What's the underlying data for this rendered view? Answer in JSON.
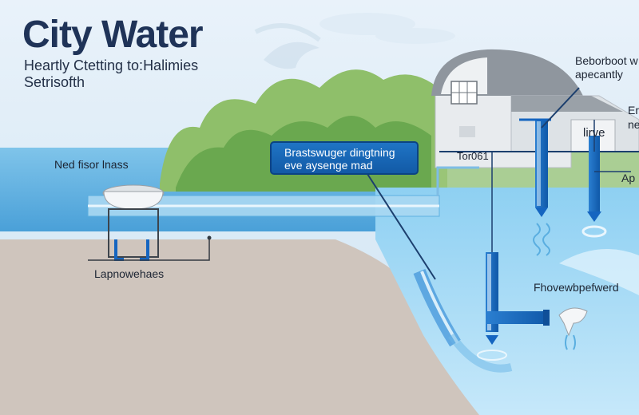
{
  "title": "City Water",
  "subtitle": {
    "line1": "Heartly Ctetting to:Halimies",
    "line2": "Setrisofth"
  },
  "labels": {
    "tank": "Ned fisor lnass",
    "pipe_base": "Lapnowehaes",
    "callout_line1": "Brastswuger dingtning",
    "callout_line2": "eve aysenge mad",
    "plant_door": "Tor061",
    "plant_sign": "lirve",
    "top_right_line1": "Beborboot w",
    "top_right_line2": "apecantly",
    "edge_1": "Er",
    "edge_2": "ne",
    "edge_3": "Ap",
    "outlet": "Fhovewbpefwerd"
  },
  "colors": {
    "sky": "#dcebf6",
    "water": "#4aa7dd",
    "ground": "#cfc5bd",
    "pipe": "#1565c0",
    "title": "#1f3358",
    "callout": "#1565c0",
    "foliage": "#6aa84f"
  }
}
